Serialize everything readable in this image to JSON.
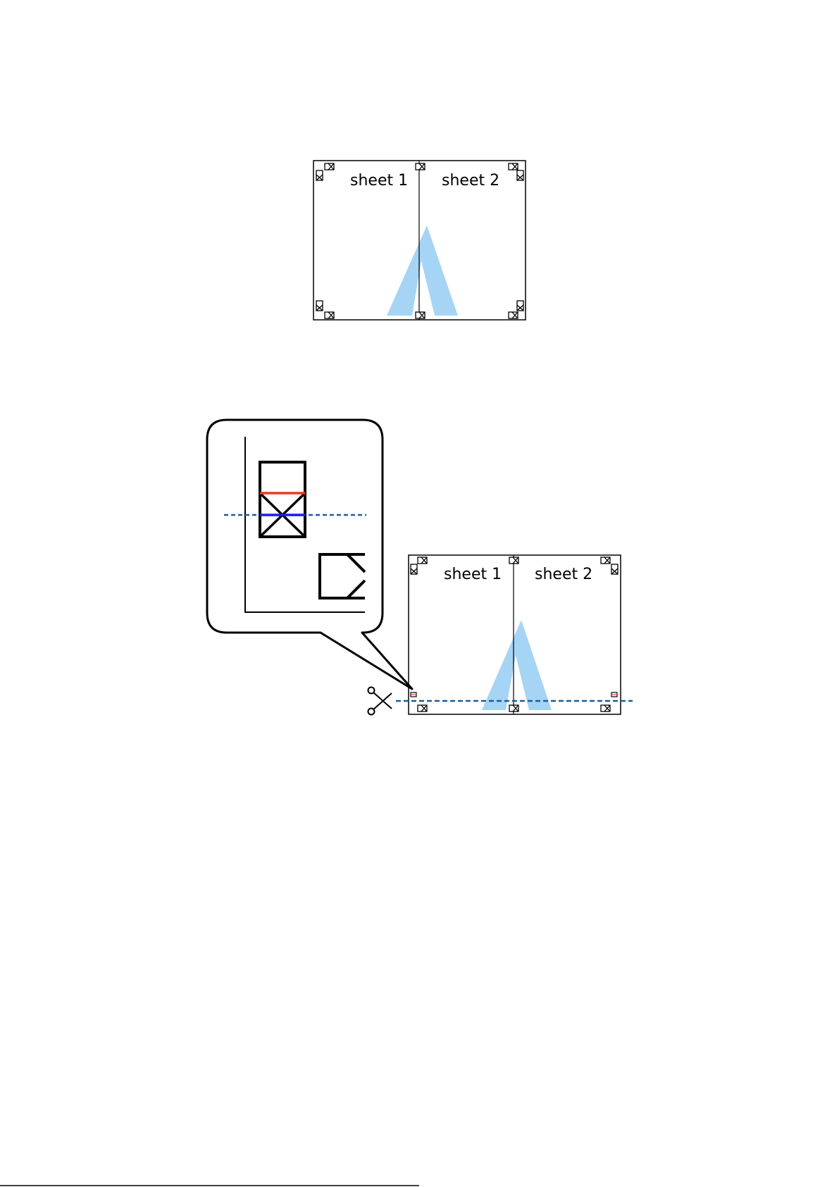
{
  "figure1": {
    "sheet_1_label": "sheet 1",
    "sheet_2_label": "sheet 2"
  },
  "figure2": {
    "sheet_1_label": "sheet 1",
    "sheet_2_label": "sheet 2"
  },
  "colors": {
    "outline": "#000000",
    "watermark": "#a6d4f5",
    "cut_line": "#1a5e99",
    "marker_red": "#e8391e",
    "marker_blue": "#1a1aee"
  }
}
